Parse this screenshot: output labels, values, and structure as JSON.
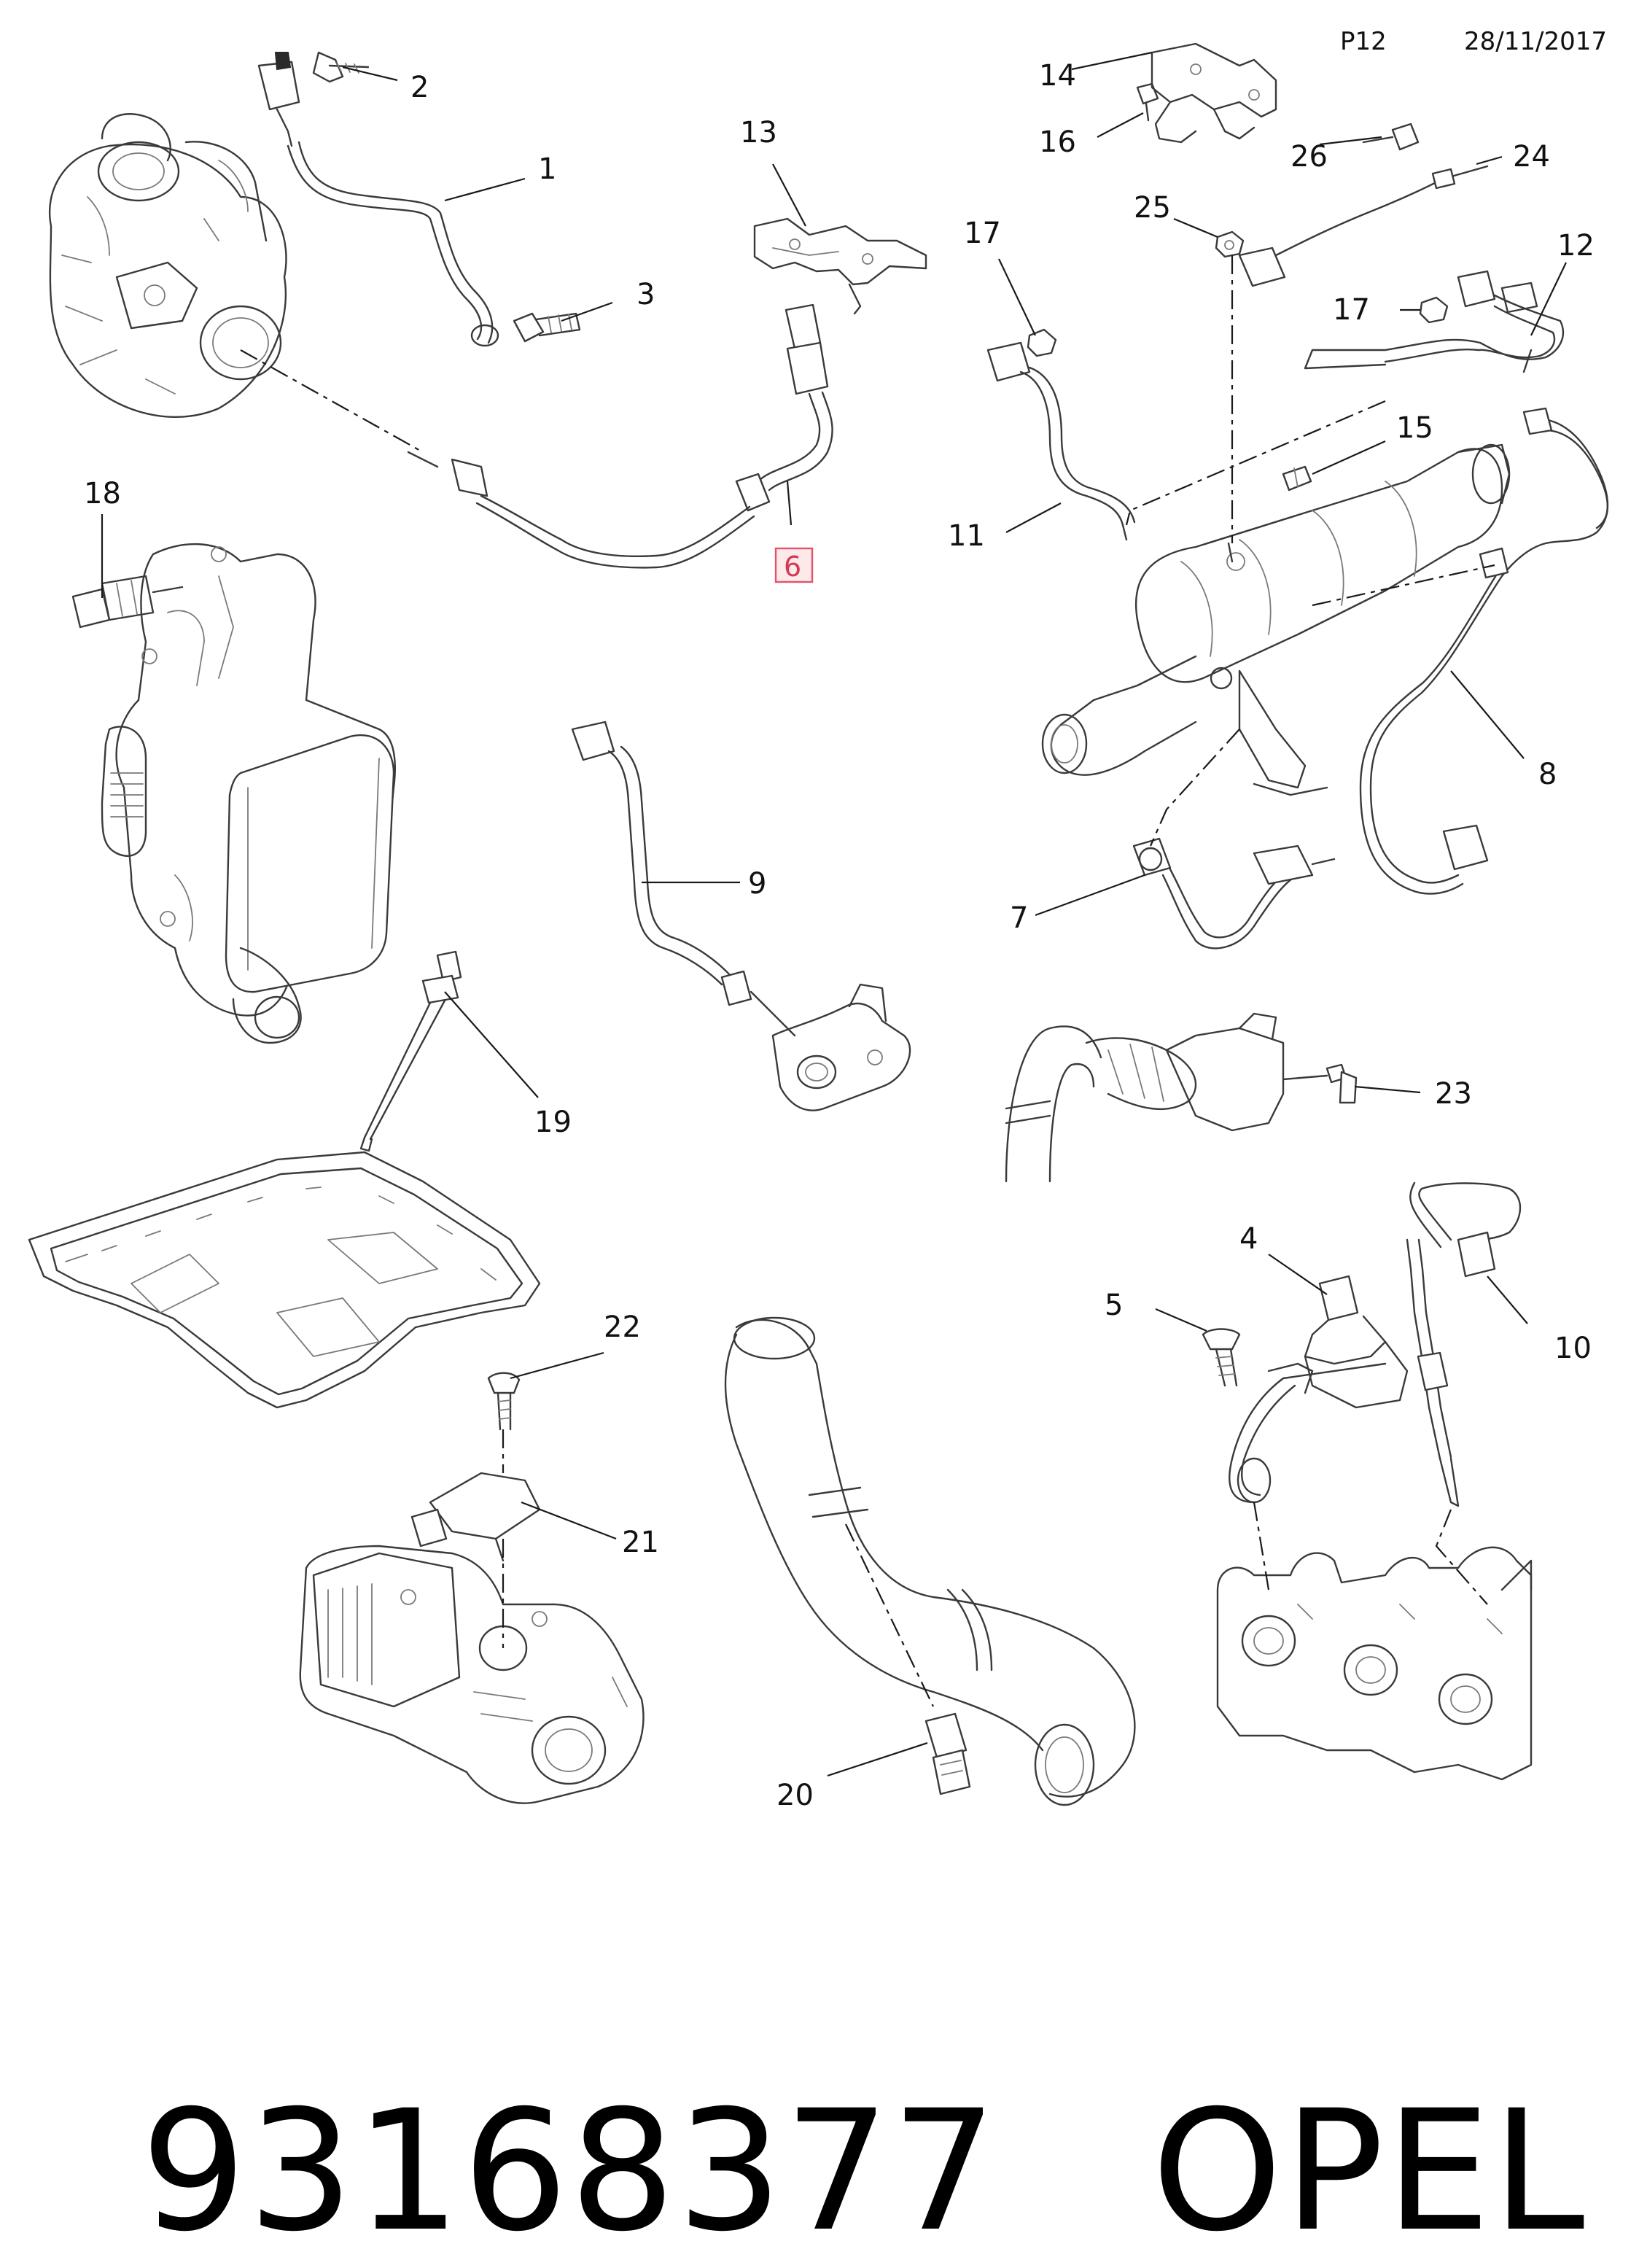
{
  "header": {
    "page_ref": "P12",
    "date": "28/11/2017"
  },
  "highlighted_callout": "6",
  "callouts": {
    "c1": "1",
    "c2": "2",
    "c3": "3",
    "c4": "4",
    "c5": "5",
    "c6": "6",
    "c7": "7",
    "c8": "8",
    "c9": "9",
    "c10": "10",
    "c11": "11",
    "c12": "12",
    "c13": "13",
    "c14": "14",
    "c15": "15",
    "c16": "16",
    "c17a": "17",
    "c17b": "17",
    "c18": "18",
    "c19": "19",
    "c20": "20",
    "c21": "21",
    "c22": "22",
    "c23": "23",
    "c24": "24",
    "c25": "25",
    "c26": "26"
  },
  "footer": {
    "part_number": "93168377",
    "brand": "OPEL"
  },
  "colors": {
    "highlight_fill": "#fde8ea",
    "highlight_stroke": "#e2536a",
    "line": "#3a3a3a"
  }
}
